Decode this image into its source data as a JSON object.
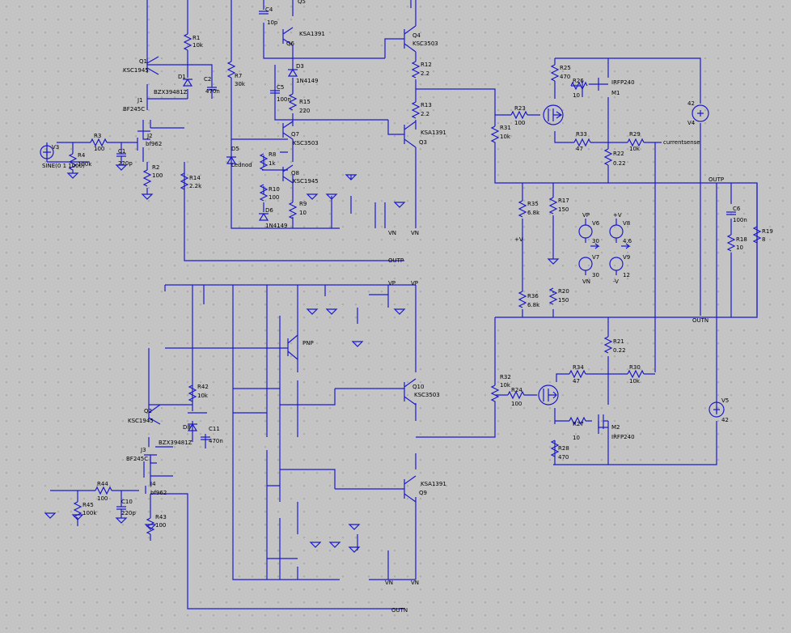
{
  "colors": {
    "background": "#c4c4c4",
    "wire": "#1a1acc",
    "grid_dot": "#8a8a8a",
    "label": "#000000"
  },
  "labels": {
    "q1": "Q1",
    "q1_part": "KSC1945",
    "r1": "R1",
    "r1_val": "10k",
    "d1": "D1",
    "d1_part": "BZX39481Z",
    "c2": "C2",
    "c2_val": "470n",
    "j1": "J1",
    "j1_part": "BF245C",
    "j2": "J2",
    "j2_part": "bf962",
    "r3": "R3",
    "r3_val": "100",
    "r4": "R4",
    "r4_val": "100k",
    "v3": "V3",
    "v3_val": "SINE(0 1 1000)",
    "c1": "C1",
    "c1_val": "220p",
    "r2": "R2",
    "r2_val": "100",
    "r14": "R14",
    "r14_val": "2.2k",
    "c4": "C4",
    "c4_val": "10p",
    "q5": "Q5",
    "q6": "Q6",
    "q6_part": "KSA1391",
    "r7": "R7",
    "r7_val": "30k",
    "d3": "D3",
    "d3_part": "1N4149",
    "c5": "C5",
    "c5_val": "100n",
    "r15": "R15",
    "r15_val": "220",
    "q7": "Q7",
    "q7_part": "KSC3503",
    "d5": "D5",
    "d5_part": "Lednod",
    "r8": "R8",
    "r8_val": "1k",
    "q8": "Q8",
    "q8_part": "KSC1945",
    "r10": "R10",
    "r10_val": "100",
    "r9": "R9",
    "r9_val": "10",
    "d6": "D6",
    "d6_part": "1N4149",
    "q4": "Q4",
    "q4_part": "KSC3503",
    "r12": "R12",
    "r12_val": "2.2",
    "r13": "R13",
    "r13_val": "2.2",
    "q3": "Q3",
    "q3_part": "KSA1391",
    "r23": "R23",
    "r23_val": "100",
    "r31": "R31",
    "r31_val": "10k",
    "r25": "R25",
    "r25_val": "470",
    "r26": "R26",
    "r26_val": "10",
    "m1": "M1",
    "m1_part": "IRFP240",
    "r33": "R33",
    "r33_val": "47",
    "r29": "R29",
    "r29_val": "10k",
    "r22": "R22",
    "r22_val": "0.22",
    "current_sense": "currentsense",
    "v4": "V4",
    "v4_val": "42",
    "outp": "OUTP",
    "outn": "OUTN",
    "vp": "VP",
    "vn": "VN",
    "r35": "R35",
    "r35_val": "6.8k",
    "r17": "R17",
    "r17_val": "150",
    "r36": "R36",
    "r36_val": "6.8k",
    "r20": "R20",
    "r20_val": "150",
    "plus_v": "+V",
    "minus_v": "-V",
    "v6": "V6",
    "v6_val": "30",
    "v7": "V7",
    "v7_val": "30",
    "v8": "V8",
    "v8_val": "4.6",
    "v9": "V9",
    "v9_val": "12",
    "c6": "C6",
    "c6_val": "100n",
    "r18": "R18",
    "r18_val": "10",
    "r19": "R19",
    "r19_val": "8",
    "r21": "R21",
    "r21_val": "0.22",
    "r32": "R32",
    "r32_val": "10k",
    "r24": "R24",
    "r24_val": "100",
    "r34": "R34",
    "r34_val": "47",
    "r30": "R30",
    "r30_val": "10k",
    "r27": "R27",
    "r27_val": "10",
    "m2": "M2",
    "m2_part": "IRFP240",
    "r28": "R28",
    "r28_val": "470",
    "v5": "V5",
    "v5_val": "42",
    "pnp": "PNP",
    "q10": "Q10",
    "q10_part": "KSC3503",
    "q9": "Q9",
    "q9_part": "KSA1391",
    "q2": "Q2",
    "q2_part": "KSC1945",
    "r42": "R42",
    "r42_val": "10k",
    "d8": "D8",
    "d8_part": "BZX39481Z",
    "c11": "C11",
    "c11_val": "470n",
    "j3": "J3",
    "j3_part": "BF245C",
    "j4": "J4",
    "j4_part": "bf962",
    "r44": "R44",
    "r44_val": "100",
    "r45": "R45",
    "r45_val": "100k",
    "c10": "C10",
    "c10_val": "220p",
    "r43": "R43",
    "r43_val": "100"
  }
}
